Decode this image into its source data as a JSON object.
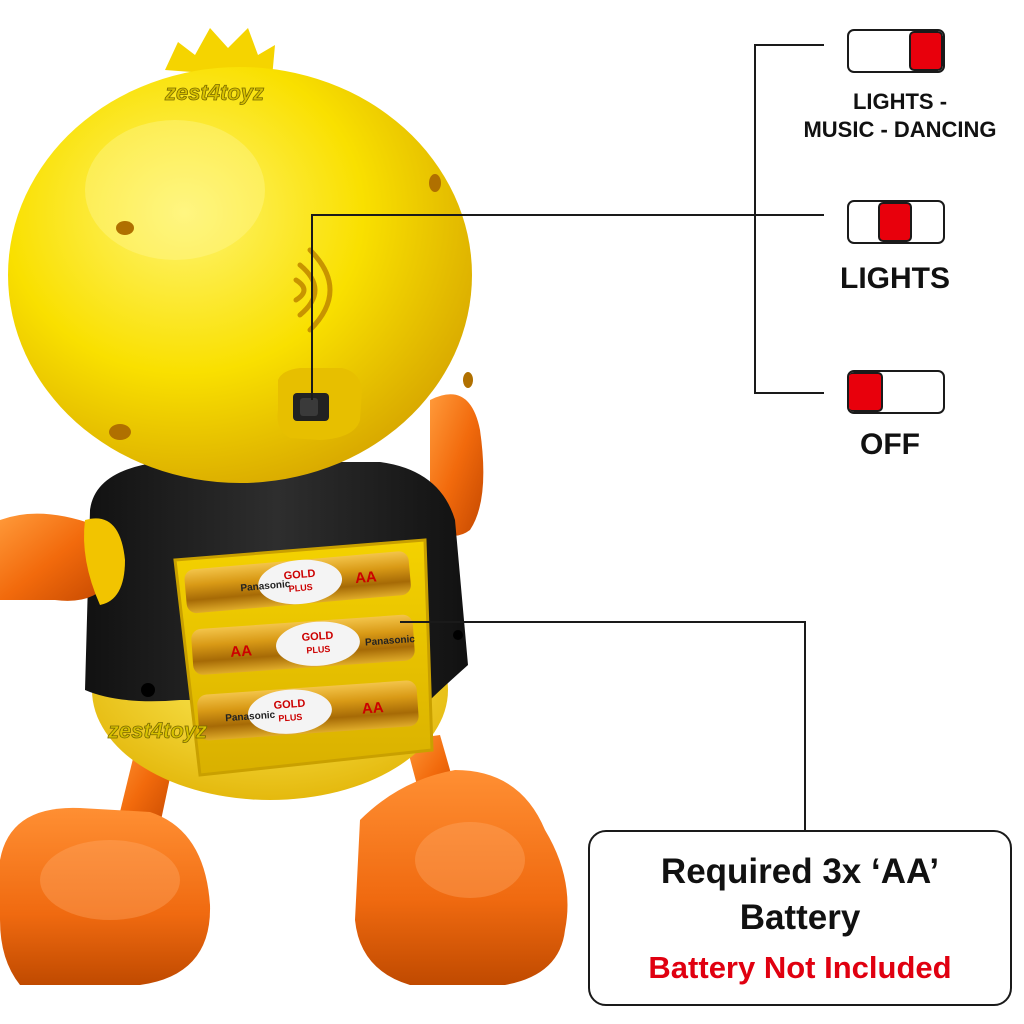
{
  "watermark": "zest4toyz",
  "battery_label": {
    "brand": "Panasonic",
    "line1": "GOLD",
    "line2": "PLUS",
    "size": "AA"
  },
  "switch_modes": [
    {
      "line1": "LIGHTS -",
      "line2": "MUSIC - DANCING"
    },
    {
      "line1": "LIGHTS"
    },
    {
      "line1": "OFF"
    }
  ],
  "info_box": {
    "line1": "Required 3x ‘AA’",
    "line2": "Battery",
    "line3": "Battery Not Included"
  },
  "colors": {
    "body_yellow": "#f7de00",
    "limb_orange": "#f06a10",
    "vest_black": "#1e1e1e",
    "switch_red": "#e8000c",
    "warning_red": "#e00010",
    "battery_gold": "#c98a12"
  }
}
